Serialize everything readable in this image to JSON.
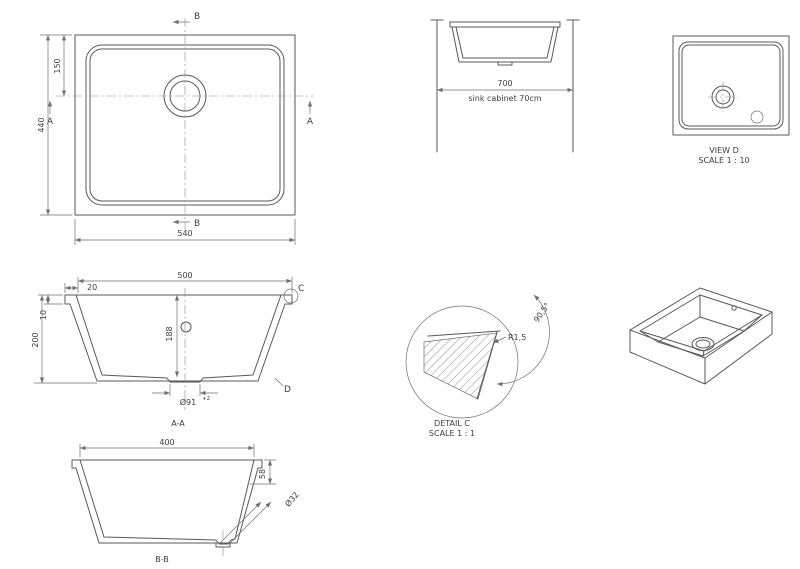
{
  "drawing": {
    "top_view": {
      "section_b_top": "B",
      "section_b_bottom": "B",
      "section_a_left": "A",
      "section_a_right": "A",
      "dim_height": "440",
      "dim_drain_offset": "150",
      "dim_width": "540"
    },
    "cabinet_view": {
      "dim_width": "700",
      "caption": "sink cabinet 70cm"
    },
    "view_d": {
      "title": "VIEW D",
      "scale": "SCALE 1 : 10"
    },
    "section_aa": {
      "dim_flange": "20",
      "dim_inner_width": "500",
      "dim_rim_thickness": "10",
      "dim_height": "200",
      "dim_depth": "188",
      "dim_drain": "Ø91",
      "dim_drain_tol": "+2",
      "detail_c_label": "C",
      "detail_d_label": "D",
      "title": "A-A"
    },
    "detail_c": {
      "dim_angle": "90,5°",
      "dim_radius": "R1,5",
      "title": "DETAIL C",
      "scale": "SCALE 1 : 1"
    },
    "section_bb": {
      "dim_width": "400",
      "dim_drain_offset": "58",
      "dim_pipe": "Ø32",
      "title": "B-B"
    }
  }
}
